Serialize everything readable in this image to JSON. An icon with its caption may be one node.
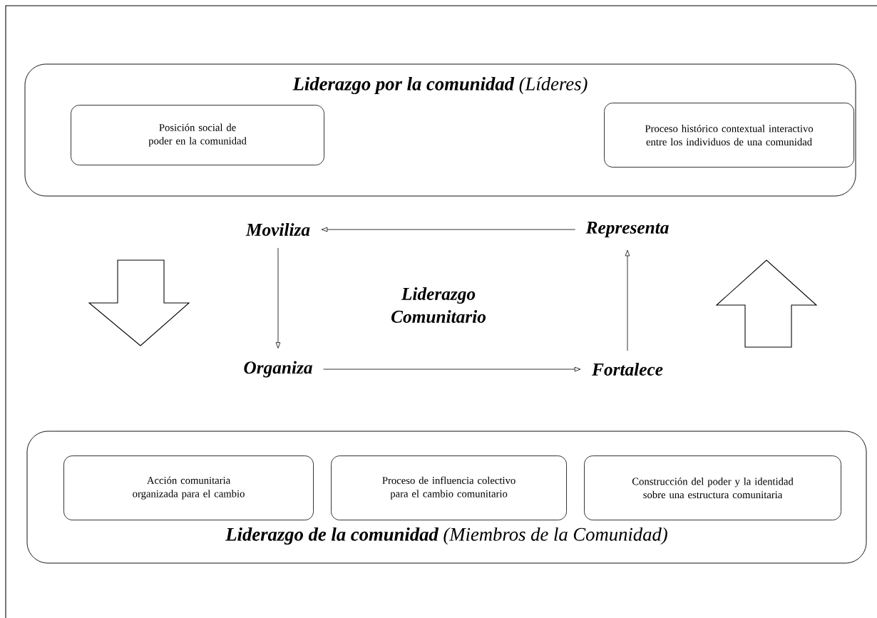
{
  "diagram": {
    "nodes": [
      {
        "text": [
          "**Liderazgo por la comunidad** (Líderes)"
        ]
      },
      {
        "text": [
          "Posición social de poder en la comunidad"
        ],
        "in": 0
      },
      {
        "text": [
          "Proceso histórico contextual interactivo entre los individuos de una comunidad"
        ],
        "in": 0
      },
      {
        "text": [
          "Moviliza"
        ]
      },
      {
        "text": [
          "Representa"
        ]
      },
      {
        "text": [
          "Organiza"
        ]
      },
      {
        "text": [
          "Fortalece"
        ]
      },
      {
        "text": [
          "**Liderazgo de la comunidad** (Miembros de la Comunidad)"
        ]
      },
      {
        "text": [
          "Acción comunitaria organizada para el cambio"
        ],
        "in": 7
      },
      {
        "text": [
          "Proceso de influencia colectivo para el cambio comunitario"
        ],
        "in": 7
      },
      {
        "text": [
          "Construcción del poder y la identidad sobre una estructura comunitaria"
        ],
        "in": 7
      }
    ],
    "edges": [
      {
        "from": 4,
        "to": 3,
        "arrow": "to"
      },
      {
        "from": 3,
        "to": 5,
        "arrow": "to"
      },
      {
        "from": 5,
        "to": 6,
        "arrow": "to"
      },
      {
        "from": 6,
        "to": 4,
        "arrow": "to"
      }
    ],
    "labels": [
      "Liderazgo Comunitario"
    ]
  }
}
